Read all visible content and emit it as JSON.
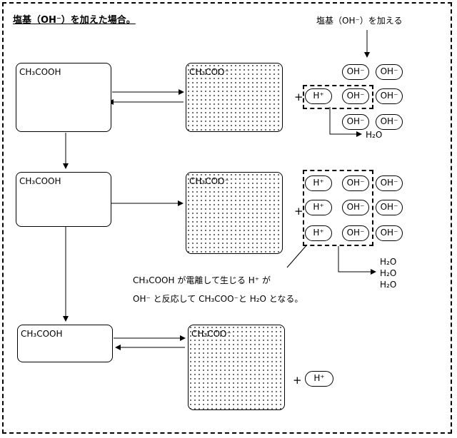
{
  "title": "塩基（OH⁻）を加えた場合。",
  "top_note": "塩基（OH⁻）を加える",
  "plus": "+",
  "row1": {
    "left": "CH₃COOH",
    "right": "CH₃COO⁻"
  },
  "row2": {
    "left": "CH₃COOH",
    "right": "CH₃COO⁻"
  },
  "row3": {
    "left": "CH₃COOH",
    "right": "CH₃COO⁻"
  },
  "ions": {
    "hplus": "H⁺",
    "ohminus": "OH⁻"
  },
  "products": {
    "h2o": "H₂O"
  },
  "explanation": {
    "line1": "CH₃COOH が電離して生じる H⁺ が",
    "line2": "OH⁻ と反応して CH₃COO⁻と H₂O となる。"
  }
}
